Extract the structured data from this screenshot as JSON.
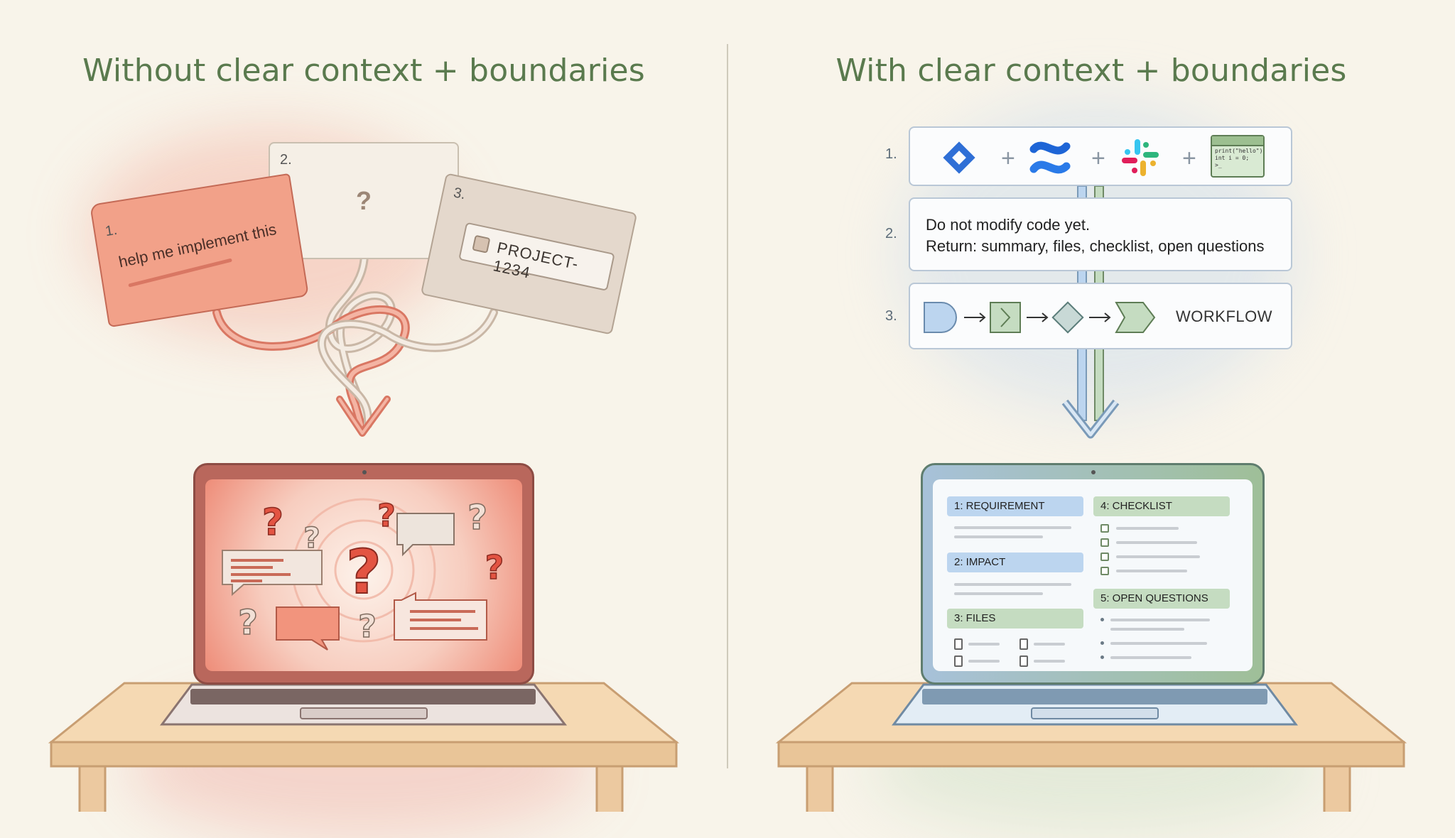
{
  "left": {
    "title": "Without clear context + boundaries",
    "cards": [
      {
        "num": "1.",
        "text": "help me implement this"
      },
      {
        "num": "2.",
        "text": "?"
      },
      {
        "num": "3.",
        "text": "PROJECT-1234"
      }
    ],
    "screen_qmark": "?"
  },
  "right": {
    "title": "With clear context + boundaries",
    "rows": [
      {
        "num": "1.",
        "icons": [
          "jira-icon",
          "confluence-icon",
          "slack-icon",
          "terminal-icon"
        ],
        "plus": "+"
      },
      {
        "num": "2.",
        "line1": "Do not modify code yet.",
        "line2": "Return: summary, files, checklist, open questions"
      },
      {
        "num": "3.",
        "label": "WORKFLOW"
      }
    ],
    "terminal_lines": [
      "print(\"hello\")",
      "int i = 0;",
      ">_"
    ],
    "screen": {
      "requirement": "1: REQUIREMENT",
      "impact": "2: IMPACT",
      "files": "3: FILES",
      "checklist": "4: CHECKLIST",
      "open_questions": "5: OPEN QUESTIONS"
    }
  },
  "colors": {
    "title": "#5a7a4e",
    "chaos_red": "#e56b55",
    "calm_blue": "#bcd5ef",
    "calm_green": "#c5dcc1"
  }
}
